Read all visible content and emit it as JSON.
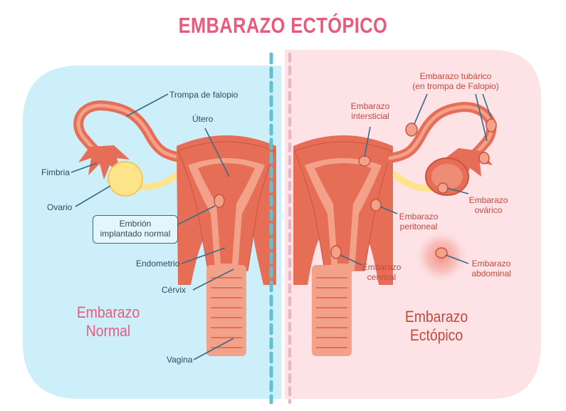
{
  "title": "EMBARAZO ECTÓPICO",
  "colors": {
    "normal_bg": "#cdeff9",
    "ectopic_bg": "#fde2e6",
    "title": "#e95b7e",
    "uterus": "#e66e57",
    "uterus_light": "#f3a189",
    "ovary": "#fde38a",
    "label_dark": "#2d4b63",
    "label_red": "#c44a3e"
  },
  "normal": {
    "heading_line1": "Embarazo",
    "heading_line2": "Normal",
    "labels": {
      "trompa": "Trompa de falopio",
      "utero": "Útero",
      "fimbria": "Fimbria",
      "ovario": "Ovario",
      "embrion_line1": "Embrión",
      "embrion_line2": "implantado normal",
      "endometrio": "Endometrio",
      "cervix": "Cérvix",
      "vagina": "Vagina"
    }
  },
  "ectopic": {
    "heading_line1": "Embarazo",
    "heading_line2": "Ectópico",
    "labels": {
      "tubarico_line1": "Embarazo tubárico",
      "tubarico_line2": "(en trompa de Falopio)",
      "intersticial_line1": "Embarazo",
      "intersticial_line2": "intersticial",
      "ovarico_line1": "Embarazo",
      "ovarico_line2": "ovárico",
      "peritoneal_line1": "Embarazo",
      "peritoneal_line2": "peritoneal",
      "cervical_line1": "Embarazo",
      "cervical_line2": "cervical",
      "abdominal_line1": "Embarazo",
      "abdominal_line2": "abdominal"
    }
  }
}
